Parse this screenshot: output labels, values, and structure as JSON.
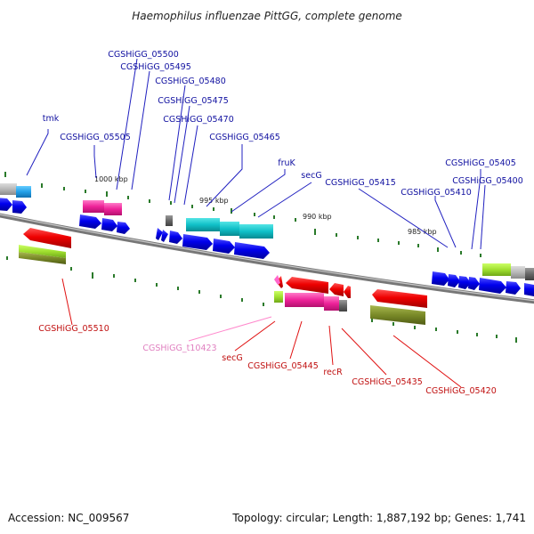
{
  "title": "Haemophilus influenzae PittGG, complete genome",
  "footer": {
    "accession": "Accession: NC_009567",
    "summary": "Topology: circular; Length: 1,887,192 bp; Genes: 1,741"
  },
  "kbp_labels": [
    "1000 kbp",
    "995 kbp",
    "990 kbp",
    "985 kbp"
  ],
  "genes_top": [
    "tmk",
    "CGSHiGG_05505",
    "CGSHiGG_05500",
    "CGSHiGG_05495",
    "CGSHiGG_05480",
    "CGSHiGG_05475",
    "CGSHiGG_05470",
    "CGSHiGG_05465",
    "fruK",
    "secG",
    "CGSHiGG_05415",
    "CGSHiGG_05410",
    "CGSHiGG_05405",
    "CGSHiGG_05400"
  ],
  "genes_bottom": [
    "CGSHiGG_05510",
    "CGSHiGG_t10423",
    "secG",
    "CGSHiGG_05445",
    "recR",
    "CGSHiGG_05435",
    "CGSHiGG_05420"
  ],
  "colors": {
    "cds_forward": "#0000ee",
    "cds_reverse": "#ee0000",
    "backbone": "#888888",
    "tick": "#2a7a2a",
    "label_blue": "#1010a0",
    "label_red": "#c01010",
    "label_pink": "#e080c0"
  }
}
